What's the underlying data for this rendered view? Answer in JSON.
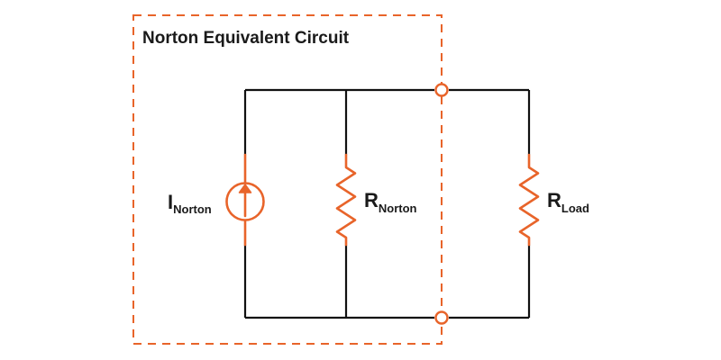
{
  "diagram": {
    "title": "Norton Equivalent Circuit",
    "current_source": {
      "symbol": "I",
      "subscript": "Norton"
    },
    "norton_resistor": {
      "symbol": "R",
      "subscript": "Norton"
    },
    "load_resistor": {
      "symbol": "R",
      "subscript": "Load"
    }
  },
  "colors": {
    "accent": "#e8642a",
    "wire": "#111111",
    "text": "#1a1a1a",
    "background": "#ffffff"
  }
}
